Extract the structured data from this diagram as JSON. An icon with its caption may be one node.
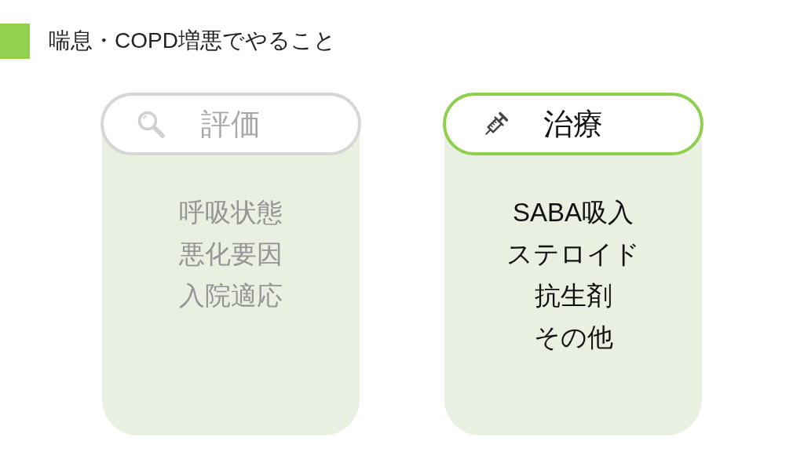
{
  "diagram": {
    "title": "喘息・COPD増悪でやること",
    "nodes": [
      {
        "text": [
          "評価",
          "呼吸状態",
          "悪化要因",
          "入院適応"
        ]
      },
      {
        "text": [
          "治療",
          "SABA吸入",
          "ステロイド",
          "抗生剤",
          "その他"
        ]
      }
    ]
  }
}
